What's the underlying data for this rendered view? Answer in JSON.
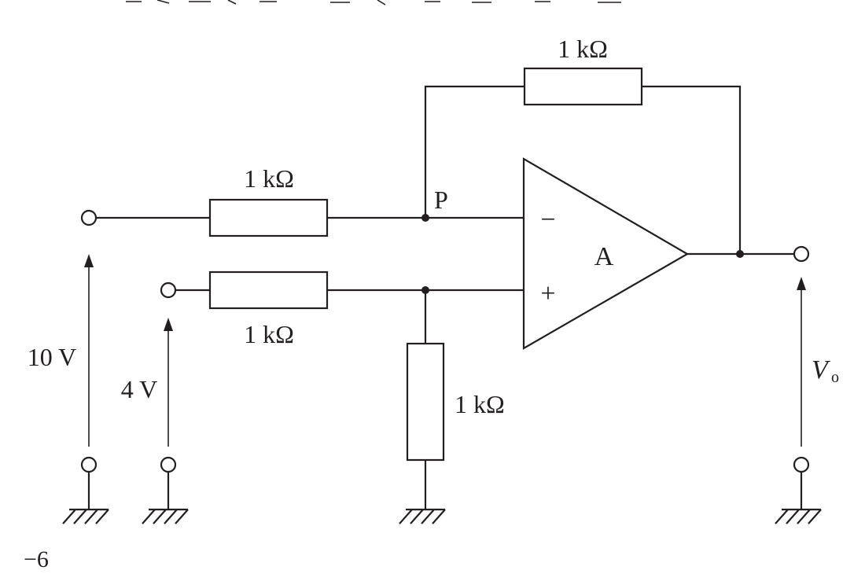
{
  "diagram": {
    "header_fragment": "",
    "footer_fragment": "−6",
    "resistors": {
      "feedback": "1 kΩ",
      "input_inverting": "1 kΩ",
      "input_noninverting": "1 kΩ",
      "shunt_to_ground": "1 kΩ"
    },
    "node_p": "P",
    "opamp": {
      "label": "A",
      "minus": "−",
      "plus": "+"
    },
    "sources": {
      "v1": "10 V",
      "v2": "4 V"
    },
    "output": {
      "symbol": "V",
      "subscript": "o"
    }
  }
}
